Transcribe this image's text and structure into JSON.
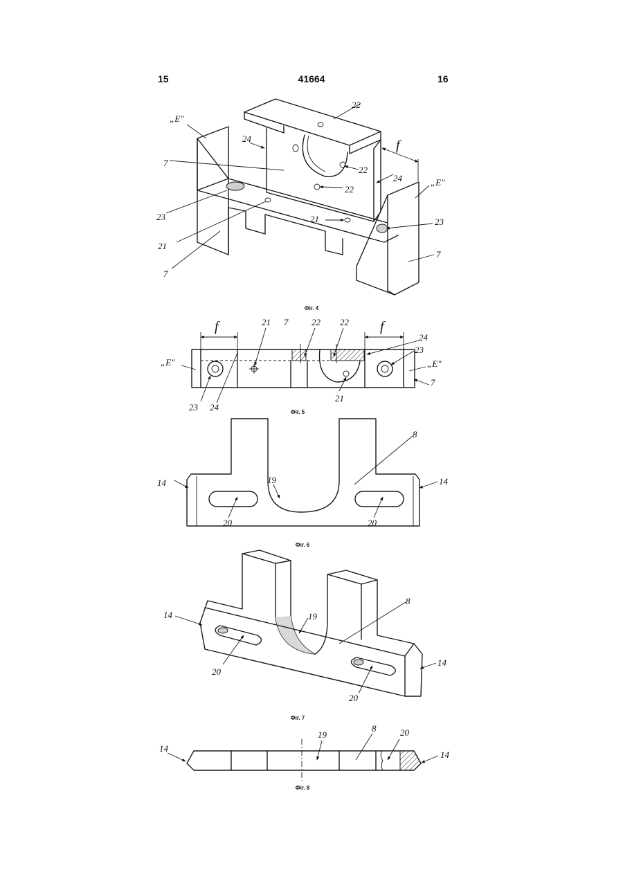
{
  "header": {
    "page_left": "15",
    "patent_number": "41664",
    "page_right": "16"
  },
  "figures": {
    "fig4": {
      "caption": "Фіг. 4",
      "labels": {
        "E": "„E\"",
        "f": "f",
        "n7": "7",
        "n21": "21",
        "n22": "22",
        "n23": "23",
        "n24": "24"
      }
    },
    "fig5": {
      "caption": "Фіг. 5",
      "labels": {
        "E": "„E\"",
        "f": "f",
        "n7": "7",
        "n21": "21",
        "n22": "22",
        "n23": "23",
        "n24": "24"
      }
    },
    "fig6": {
      "caption": "Фіг. 6",
      "labels": {
        "n8": "8",
        "n14": "14",
        "n19": "19",
        "n20": "20"
      }
    },
    "fig7": {
      "caption": "Фіг. 7",
      "labels": {
        "n8": "8",
        "n14": "14",
        "n19": "19",
        "n20": "20"
      }
    },
    "fig8": {
      "caption": "Фіг. 8",
      "labels": {
        "n8": "8",
        "n14": "14",
        "n19": "19",
        "n20": "20"
      }
    }
  }
}
